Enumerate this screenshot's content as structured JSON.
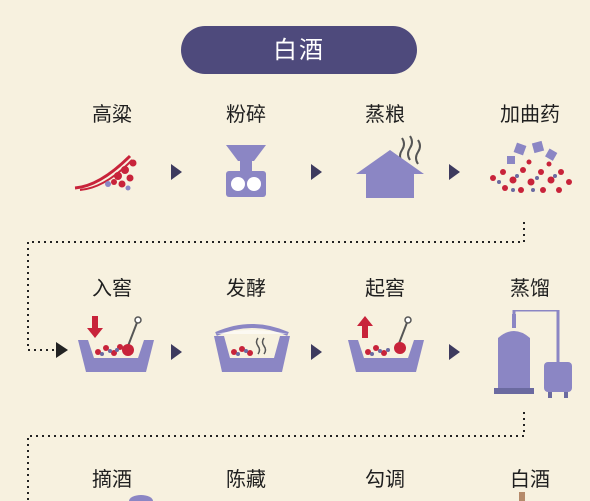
{
  "title": "白酒",
  "colors": {
    "title_bg": "#4e4a7c",
    "icon_purple": "#8b86c4",
    "accent_red": "#c8233a",
    "background": "#f7f1df"
  },
  "rows": [
    {
      "steps": [
        {
          "label": "高粱",
          "icon": "sorghum-icon"
        },
        {
          "label": "粉碎",
          "icon": "grinder-icon"
        },
        {
          "label": "蒸粮",
          "icon": "steam-house-icon"
        },
        {
          "label": "加曲药",
          "icon": "yeast-mix-icon"
        }
      ]
    },
    {
      "steps": [
        {
          "label": "入窖",
          "icon": "cellar-in-icon"
        },
        {
          "label": "发酵",
          "icon": "fermentation-icon"
        },
        {
          "label": "起窖",
          "icon": "cellar-out-icon"
        },
        {
          "label": "蒸馏",
          "icon": "distiller-icon"
        }
      ]
    },
    {
      "steps": [
        {
          "label": "摘酒",
          "icon": "collect-liquor-icon"
        },
        {
          "label": "陈藏",
          "icon": "aging-icon"
        },
        {
          "label": "勾调",
          "icon": "blending-icon"
        },
        {
          "label": "白酒",
          "icon": "bottle-icon"
        }
      ]
    }
  ]
}
